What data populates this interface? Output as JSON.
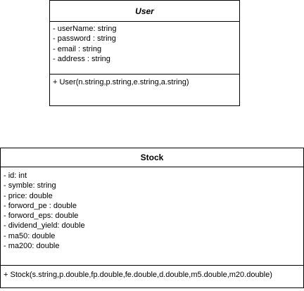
{
  "classes": {
    "user": {
      "name": "User",
      "attributes": [
        "- userName: string",
        "- password : string",
        "- email : string",
        "- address : string"
      ],
      "methods": [
        "+ User(n.string,p.string,e.string,a.string)"
      ]
    },
    "stock": {
      "name": "Stock",
      "attributes": [
        "- id: int",
        "- symble: string",
        "- price: double",
        "- forword_pe : double",
        "- forword_eps: double",
        "- dividend_yield: double",
        "- ma50: double",
        "- ma200: double"
      ],
      "methods": [
        "+ Stock(s.string,p.double,fp.double,fe.double,d.double,m5.double,m20.double)"
      ]
    }
  }
}
